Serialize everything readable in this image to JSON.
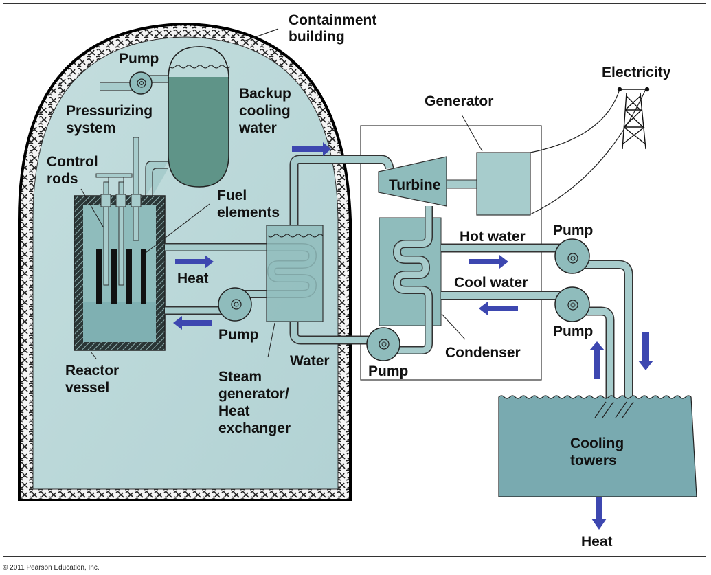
{
  "diagram": {
    "title": "Pressurized water nuclear power plant",
    "copyright": "© 2011 Pearson Education, Inc.",
    "colors": {
      "interior": "#bcd9d9",
      "component": "#8fbcbc",
      "dark_water": "#5f9488",
      "pipe": "#a7cccc",
      "arrow": "#3d47b0",
      "wall": "#111111",
      "pool": "#79aab0"
    },
    "labels": {
      "containment": [
        "Containment",
        "building"
      ],
      "pump_top": "Pump",
      "pressurizing": [
        "Pressurizing",
        "system"
      ],
      "backup": [
        "Backup",
        "cooling",
        "water"
      ],
      "control_rods": [
        "Control",
        "rods"
      ],
      "fuel_elements": [
        "Fuel",
        "elements"
      ],
      "heat_primary": "Heat",
      "pump_primary": "Pump",
      "reactor_vessel": [
        "Reactor",
        "vessel"
      ],
      "steam_generator": [
        "Steam",
        "generator/",
        "Heat",
        "exchanger"
      ],
      "water": "Water",
      "pump_feed": "Pump",
      "turbine": "Turbine",
      "generator": "Generator",
      "electricity": "Electricity",
      "hot_water": "Hot water",
      "cool_water": "Cool water",
      "pump_hot": "Pump",
      "pump_cool": "Pump",
      "condenser": "Condenser",
      "cooling_towers": [
        "Cooling",
        "towers"
      ],
      "heat_out": "Heat"
    },
    "flow_arrows": [
      {
        "id": "steam-to-turbine",
        "direction": "right"
      },
      {
        "id": "primary-hot",
        "direction": "right"
      },
      {
        "id": "primary-return",
        "direction": "left"
      },
      {
        "id": "hot-water-out",
        "direction": "right"
      },
      {
        "id": "cool-water-in",
        "direction": "left"
      },
      {
        "id": "tower-up",
        "direction": "up"
      },
      {
        "id": "tower-down",
        "direction": "down"
      },
      {
        "id": "heat-out",
        "direction": "down"
      }
    ]
  }
}
